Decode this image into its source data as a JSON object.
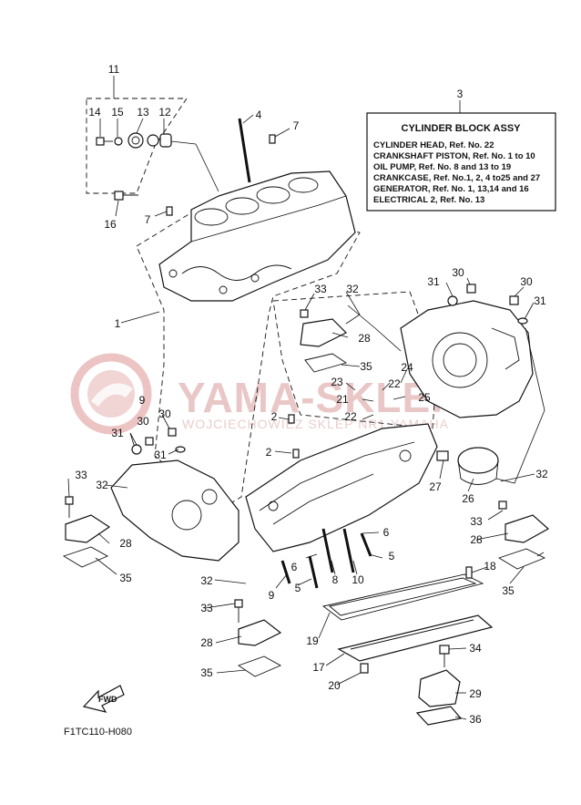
{
  "info_box": {
    "ref": "3",
    "title": "CYLINDER BLOCK ASSY",
    "lines": [
      "CYLINDER HEAD, Ref. No. 22",
      "CRANKSHAFT PISTON, Ref. No. 1 to 10",
      "OIL PUMP, Ref. No. 8 and 13 to 19",
      "CRANKCASE, Ref. No.1, 2, 4 to25 and 27",
      "GENERATOR, Ref. No. 1, 13,14 and 16",
      "ELECTRICAL 2, Ref. No. 13"
    ]
  },
  "watermark": {
    "main": "YAMA-SKLEP",
    "sub": "WOJCIECHOWIEZ SKLEP NR1 YAMAHA"
  },
  "fwd_label": "FWD",
  "diagram_code": "F1TC110-H080",
  "callouts": [
    {
      "id": "c-11",
      "label": "11"
    },
    {
      "id": "c-14",
      "label": "14"
    },
    {
      "id": "c-15",
      "label": "15"
    },
    {
      "id": "c-13",
      "label": "13"
    },
    {
      "id": "c-12",
      "label": "12"
    },
    {
      "id": "c-4",
      "label": "4"
    },
    {
      "id": "c-7a",
      "label": "7"
    },
    {
      "id": "c-16",
      "label": "16"
    },
    {
      "id": "c-7b",
      "label": "7"
    },
    {
      "id": "c-1",
      "label": "1"
    },
    {
      "id": "c-33a",
      "label": "33"
    },
    {
      "id": "c-32a",
      "label": "32"
    },
    {
      "id": "c-28a",
      "label": "28"
    },
    {
      "id": "c-35a",
      "label": "35"
    },
    {
      "id": "c-31a",
      "label": "31"
    },
    {
      "id": "c-30a",
      "label": "30"
    },
    {
      "id": "c-30b",
      "label": "30"
    },
    {
      "id": "c-31b",
      "label": "31"
    },
    {
      "id": "c-23",
      "label": "23"
    },
    {
      "id": "c-22a",
      "label": "22"
    },
    {
      "id": "c-24",
      "label": "24"
    },
    {
      "id": "c-21",
      "label": "21"
    },
    {
      "id": "c-25",
      "label": "25"
    },
    {
      "id": "c-22b",
      "label": "22"
    },
    {
      "id": "c-9a",
      "label": "9"
    },
    {
      "id": "c-30c",
      "label": "30"
    },
    {
      "id": "c-30d",
      "label": "30"
    },
    {
      "id": "c-31c",
      "label": "31"
    },
    {
      "id": "c-31d",
      "label": "31"
    },
    {
      "id": "c-2a",
      "label": "2"
    },
    {
      "id": "c-2b",
      "label": "2"
    },
    {
      "id": "c-27",
      "label": "27"
    },
    {
      "id": "c-26",
      "label": "26"
    },
    {
      "id": "c-32b",
      "label": "32"
    },
    {
      "id": "c-33b",
      "label": "33"
    },
    {
      "id": "c-32c",
      "label": "32"
    },
    {
      "id": "c-28b",
      "label": "28"
    },
    {
      "id": "c-35b",
      "label": "35"
    },
    {
      "id": "c-33c",
      "label": "33"
    },
    {
      "id": "c-28c",
      "label": "28"
    },
    {
      "id": "c-35c",
      "label": "35"
    },
    {
      "id": "c-6a",
      "label": "6"
    },
    {
      "id": "c-5a",
      "label": "5"
    },
    {
      "id": "c-6b",
      "label": "6"
    },
    {
      "id": "c-8",
      "label": "8"
    },
    {
      "id": "c-10",
      "label": "10"
    },
    {
      "id": "c-9b",
      "label": "9"
    },
    {
      "id": "c-5b",
      "label": "5"
    },
    {
      "id": "c-18",
      "label": "18"
    },
    {
      "id": "c-32d",
      "label": "32"
    },
    {
      "id": "c-33d",
      "label": "33"
    },
    {
      "id": "c-28d",
      "label": "28"
    },
    {
      "id": "c-35d",
      "label": "35"
    },
    {
      "id": "c-19",
      "label": "19"
    },
    {
      "id": "c-17",
      "label": "17"
    },
    {
      "id": "c-34",
      "label": "34"
    },
    {
      "id": "c-20",
      "label": "20"
    },
    {
      "id": "c-29",
      "label": "29"
    },
    {
      "id": "c-36",
      "label": "36"
    }
  ]
}
